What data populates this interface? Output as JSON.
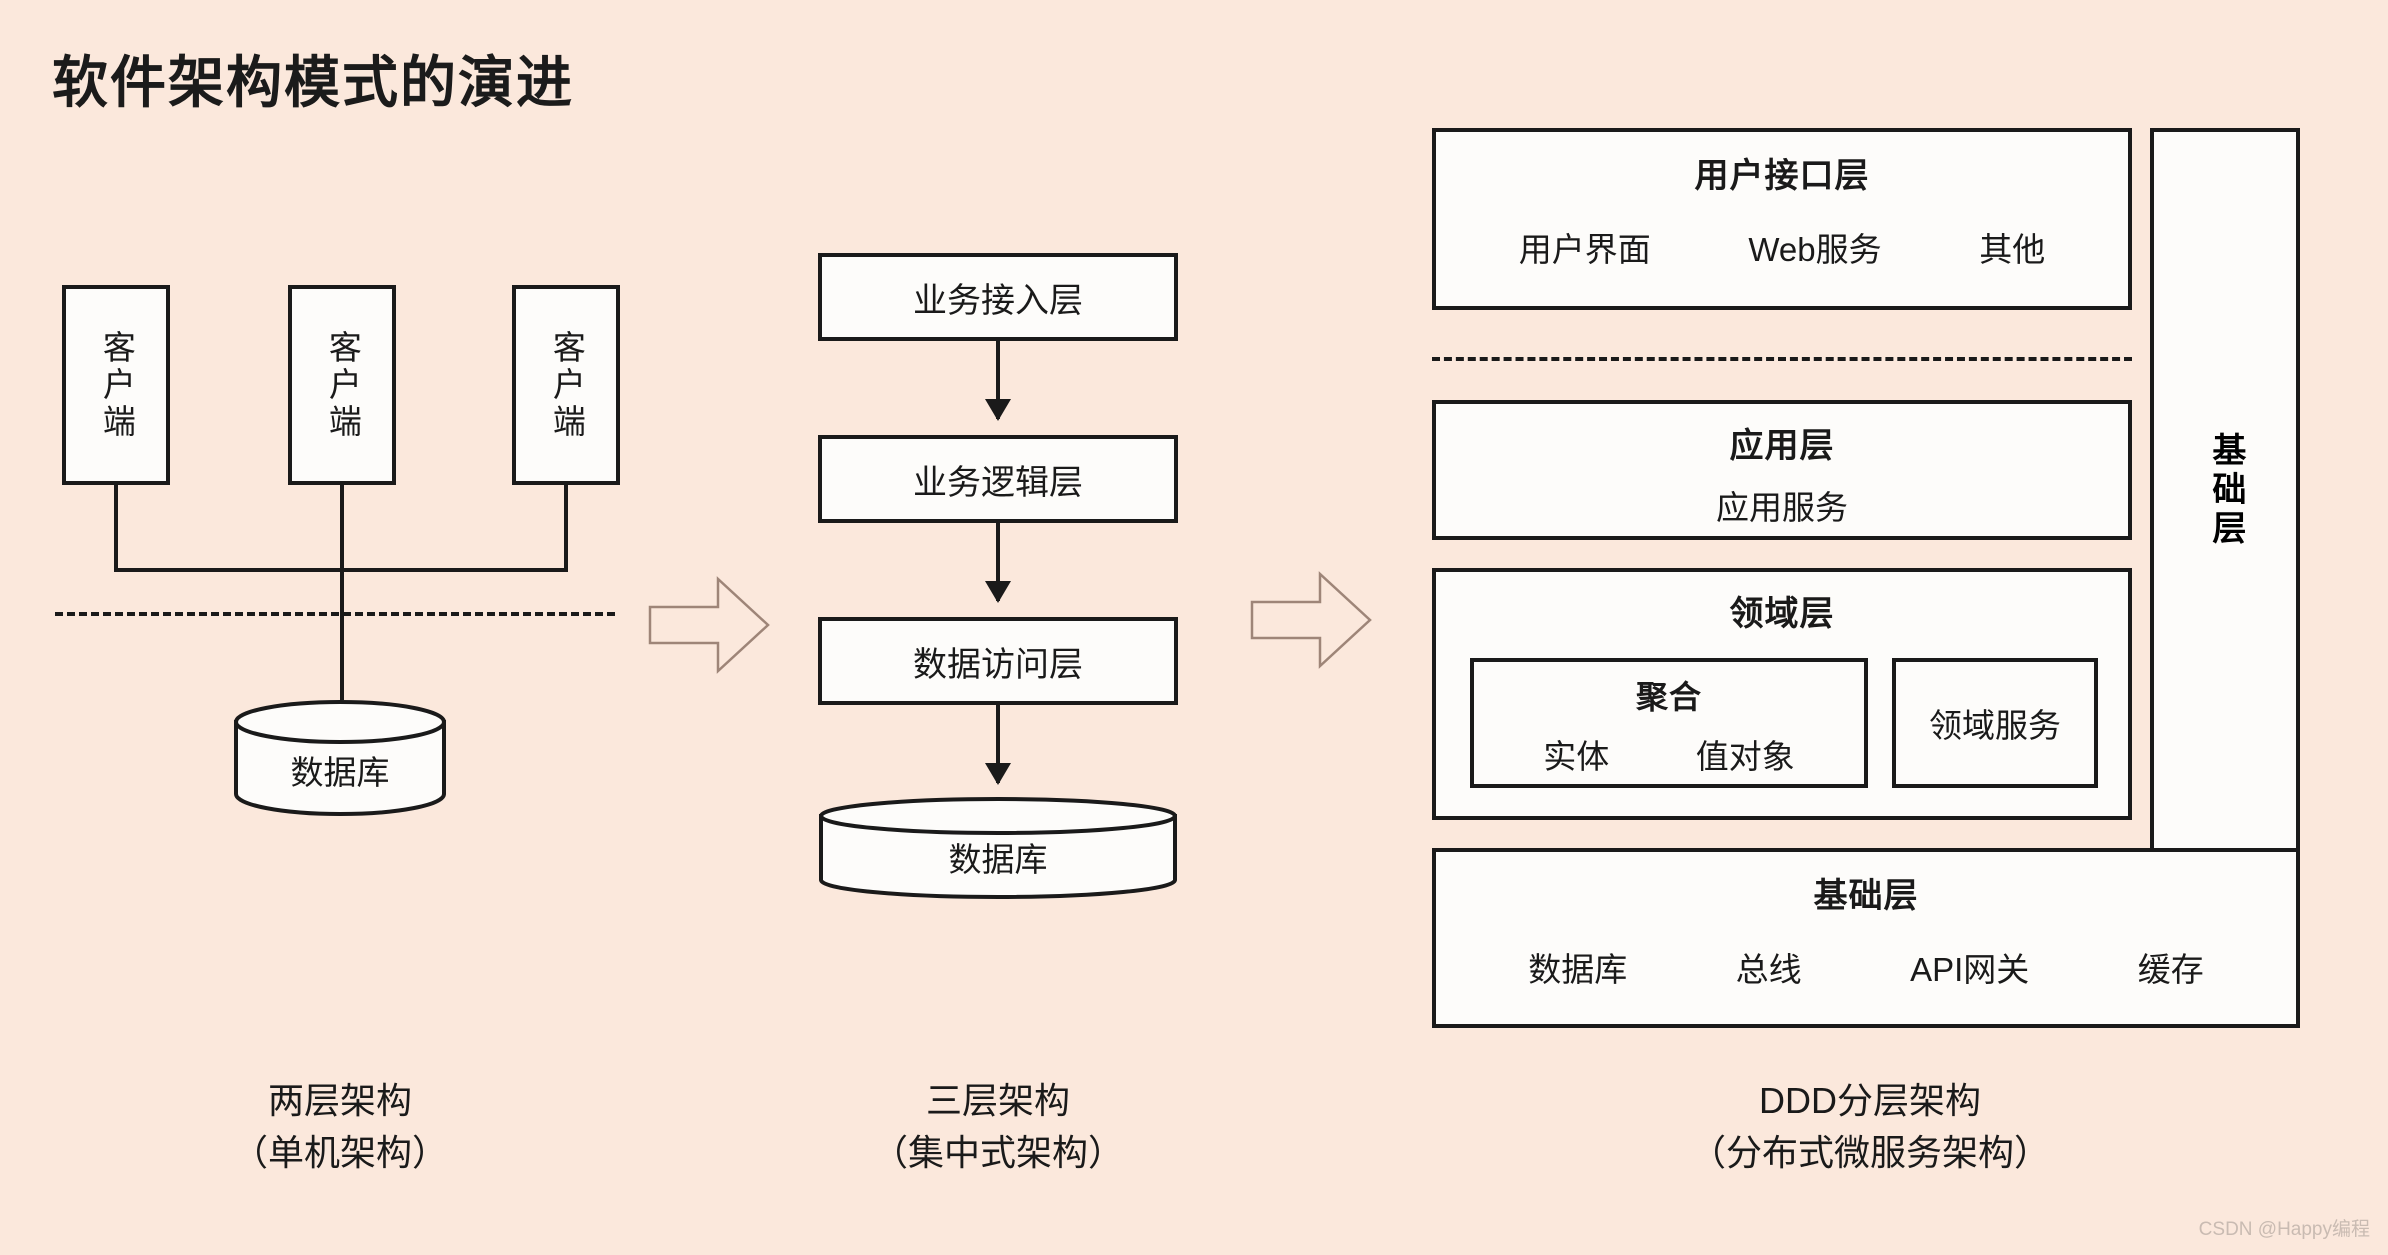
{
  "page": {
    "title": "软件架构模式的演进",
    "background_color": "#fbe8dc",
    "box_fill_color": "#fdfcfa",
    "stroke_color": "#1a1a1a",
    "arrow_stroke_color": "#9e8578",
    "watermark": "CSDN @Happy编程"
  },
  "two_tier": {
    "clients": [
      {
        "label": "客户端"
      },
      {
        "label": "客户端"
      },
      {
        "label": "客户端"
      }
    ],
    "database": {
      "label": "数据库"
    },
    "caption_line1": "两层架构",
    "caption_line2": "（单机架构）"
  },
  "transition_arrows": [
    {
      "name": "arrow-two-to-three"
    },
    {
      "name": "arrow-three-to-ddd"
    }
  ],
  "three_tier": {
    "layers": [
      {
        "label": "业务接入层"
      },
      {
        "label": "业务逻辑层"
      },
      {
        "label": "数据访问层"
      }
    ],
    "database": {
      "label": "数据库"
    },
    "caption_line1": "三层架构",
    "caption_line2": "（集中式架构）"
  },
  "ddd": {
    "user_interface_layer": {
      "title": "用户接口层",
      "items": [
        "用户界面",
        "Web服务",
        "其他"
      ]
    },
    "application_layer": {
      "title": "应用层",
      "items": [
        "应用服务"
      ]
    },
    "domain_layer": {
      "title": "领域层",
      "aggregate": {
        "title": "聚合",
        "items": [
          "实体",
          "值对象"
        ]
      },
      "domain_service": {
        "label": "领域服务"
      }
    },
    "infrastructure_layer": {
      "title": "基础层",
      "items": [
        "数据库",
        "总线",
        "API网关",
        "缓存"
      ]
    },
    "infrastructure_side": {
      "label": "基础层"
    },
    "caption_line1": "DDD分层架构",
    "caption_line2": "（分布式微服务架构）"
  }
}
